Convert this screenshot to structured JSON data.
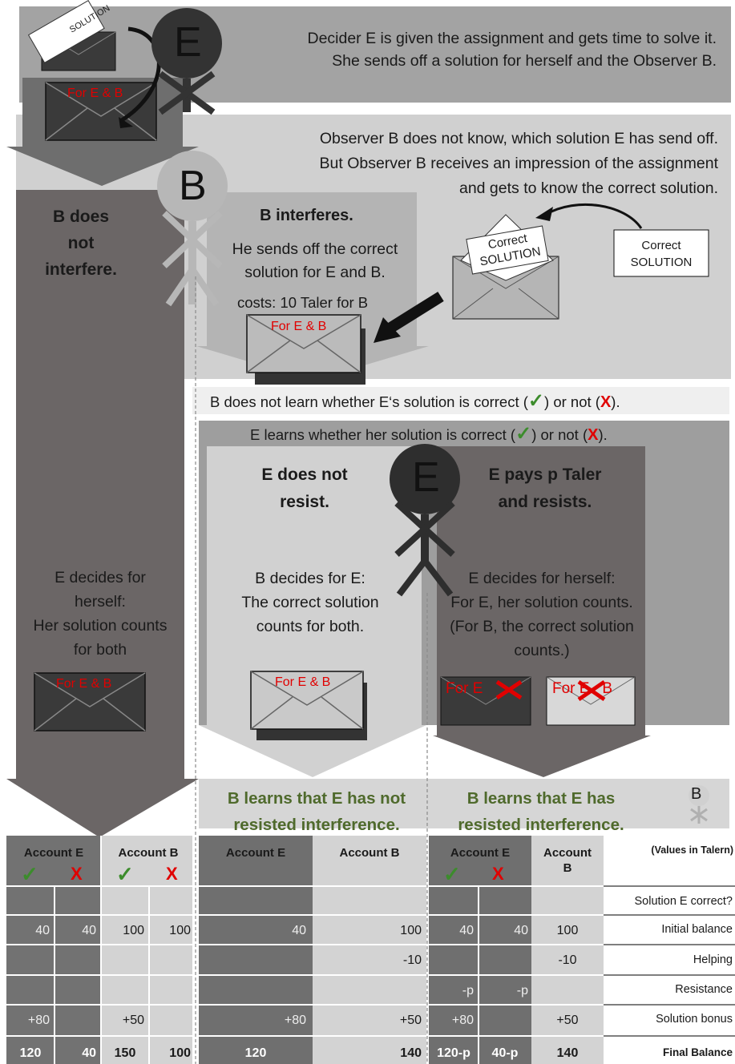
{
  "top": {
    "text1": "Decider E is given the assignment and gets time to solve it.",
    "text2": "She sends off a solution for herself and the Observer B.",
    "solution_card": "SOLUTION",
    "env_label": "For E & B"
  },
  "observer": {
    "text1": "Observer B does not know, which solution E has send off.",
    "text2": "But Observer B receives an impression of the assignment",
    "text3": "and gets to know the correct solution."
  },
  "labels": {
    "E": "E",
    "B": "B"
  },
  "branch_left": {
    "title1": "B does",
    "title2": "not",
    "title3": "interfere.",
    "d1": "E decides for",
    "d2": "herself:",
    "d3": "Her solution counts",
    "d4": "for both",
    "env_label": "For E & B"
  },
  "branch_mid": {
    "title": "B interferes.",
    "d1": "He sends off the correct",
    "d2": "solution for E and B.",
    "cost": "costs: 10 Taler for B",
    "env_label": "For E & B",
    "correct_card1": "Correct",
    "correct_card2": "SOLUTION",
    "correct_box1": "Correct",
    "correct_box2": "SOLUTION"
  },
  "info": {
    "b_line_a": "B does not learn whether E‘s solution is correct (",
    "b_line_b": ")  or not (",
    "b_line_c": ").",
    "e_line_a": "E learns whether her solution is correct (",
    "e_line_b": ")  or not (",
    "e_line_c": ").",
    "check": "✓",
    "cross": "X"
  },
  "no_resist": {
    "title1": "E does not",
    "title2": "resist.",
    "d1": "B decides for E:",
    "d2": "The correct solution",
    "d3": "counts for both.",
    "env_label": "For E & B"
  },
  "resist": {
    "title1": "E pays p Taler",
    "title2": "and resists.",
    "d1": "E decides for herself:",
    "d2": "For E, her solution counts.",
    "d3": "(For B, the correct solution",
    "d4": "counts.)",
    "env1": "For E",
    "env2a": "For",
    "env2b": "E",
    "env2c": "B"
  },
  "learn": {
    "left1": "B learns that E has not",
    "left2": "resisted interference.",
    "right1": "B learns that E has",
    "right2": "resisted interference."
  },
  "table": {
    "h_acc_e": "Account E",
    "h_acc_b": "Account B",
    "h_acc_b2a": "Account",
    "h_acc_b2b": "B",
    "values_note": "(Values in Talern)",
    "row_labels": [
      "Solution  E correct?",
      "Initial balance",
      "Helping",
      "Resistance",
      "Solution bonus",
      "Final Balance"
    ],
    "rows": {
      "initial": [
        "40",
        "40",
        "100",
        "100",
        "40",
        "100",
        "40",
        "40",
        "100"
      ],
      "helping": [
        "-10",
        "-10"
      ],
      "resistance": [
        "-p",
        "-p"
      ],
      "bonus": [
        "+80",
        "+50",
        "+80",
        "+50",
        "+80",
        "+50"
      ],
      "final": [
        "120",
        "40",
        "150",
        "100",
        "120",
        "140",
        "120-p",
        "40-p",
        "140"
      ]
    }
  }
}
